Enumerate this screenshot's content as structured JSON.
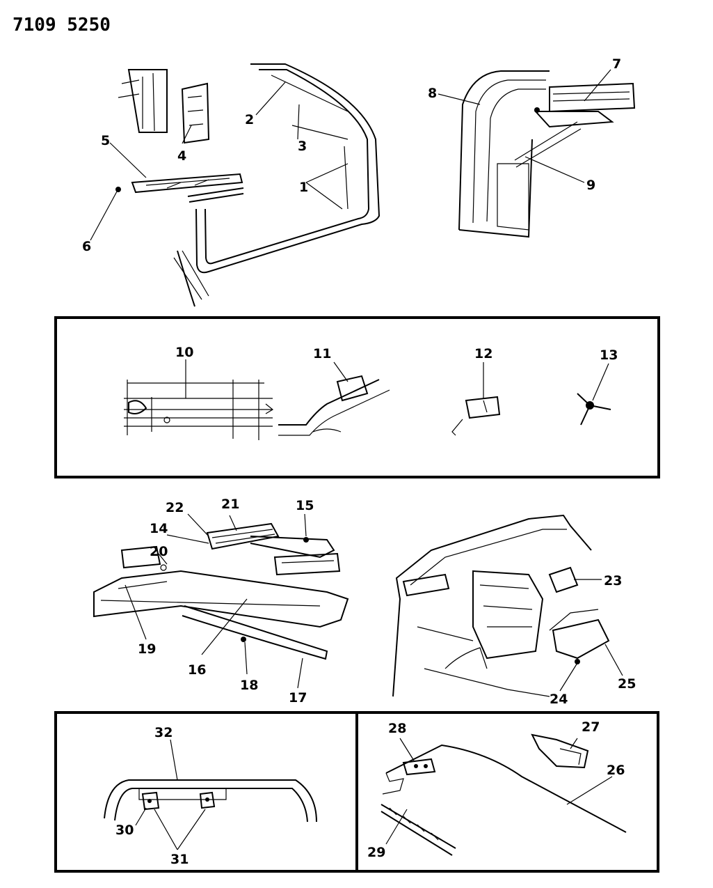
{
  "header": {
    "part_code": "7109 5250"
  },
  "callouts": [
    "1",
    "2",
    "3",
    "4",
    "5",
    "6",
    "7",
    "8",
    "9",
    "10",
    "11",
    "12",
    "13",
    "14",
    "15",
    "16",
    "17",
    "18",
    "19",
    "20",
    "21",
    "22",
    "23",
    "24",
    "25",
    "26",
    "27",
    "28",
    "29",
    "30",
    "31",
    "32"
  ],
  "colors": {
    "ink": "#000000",
    "paper": "#ffffff"
  }
}
